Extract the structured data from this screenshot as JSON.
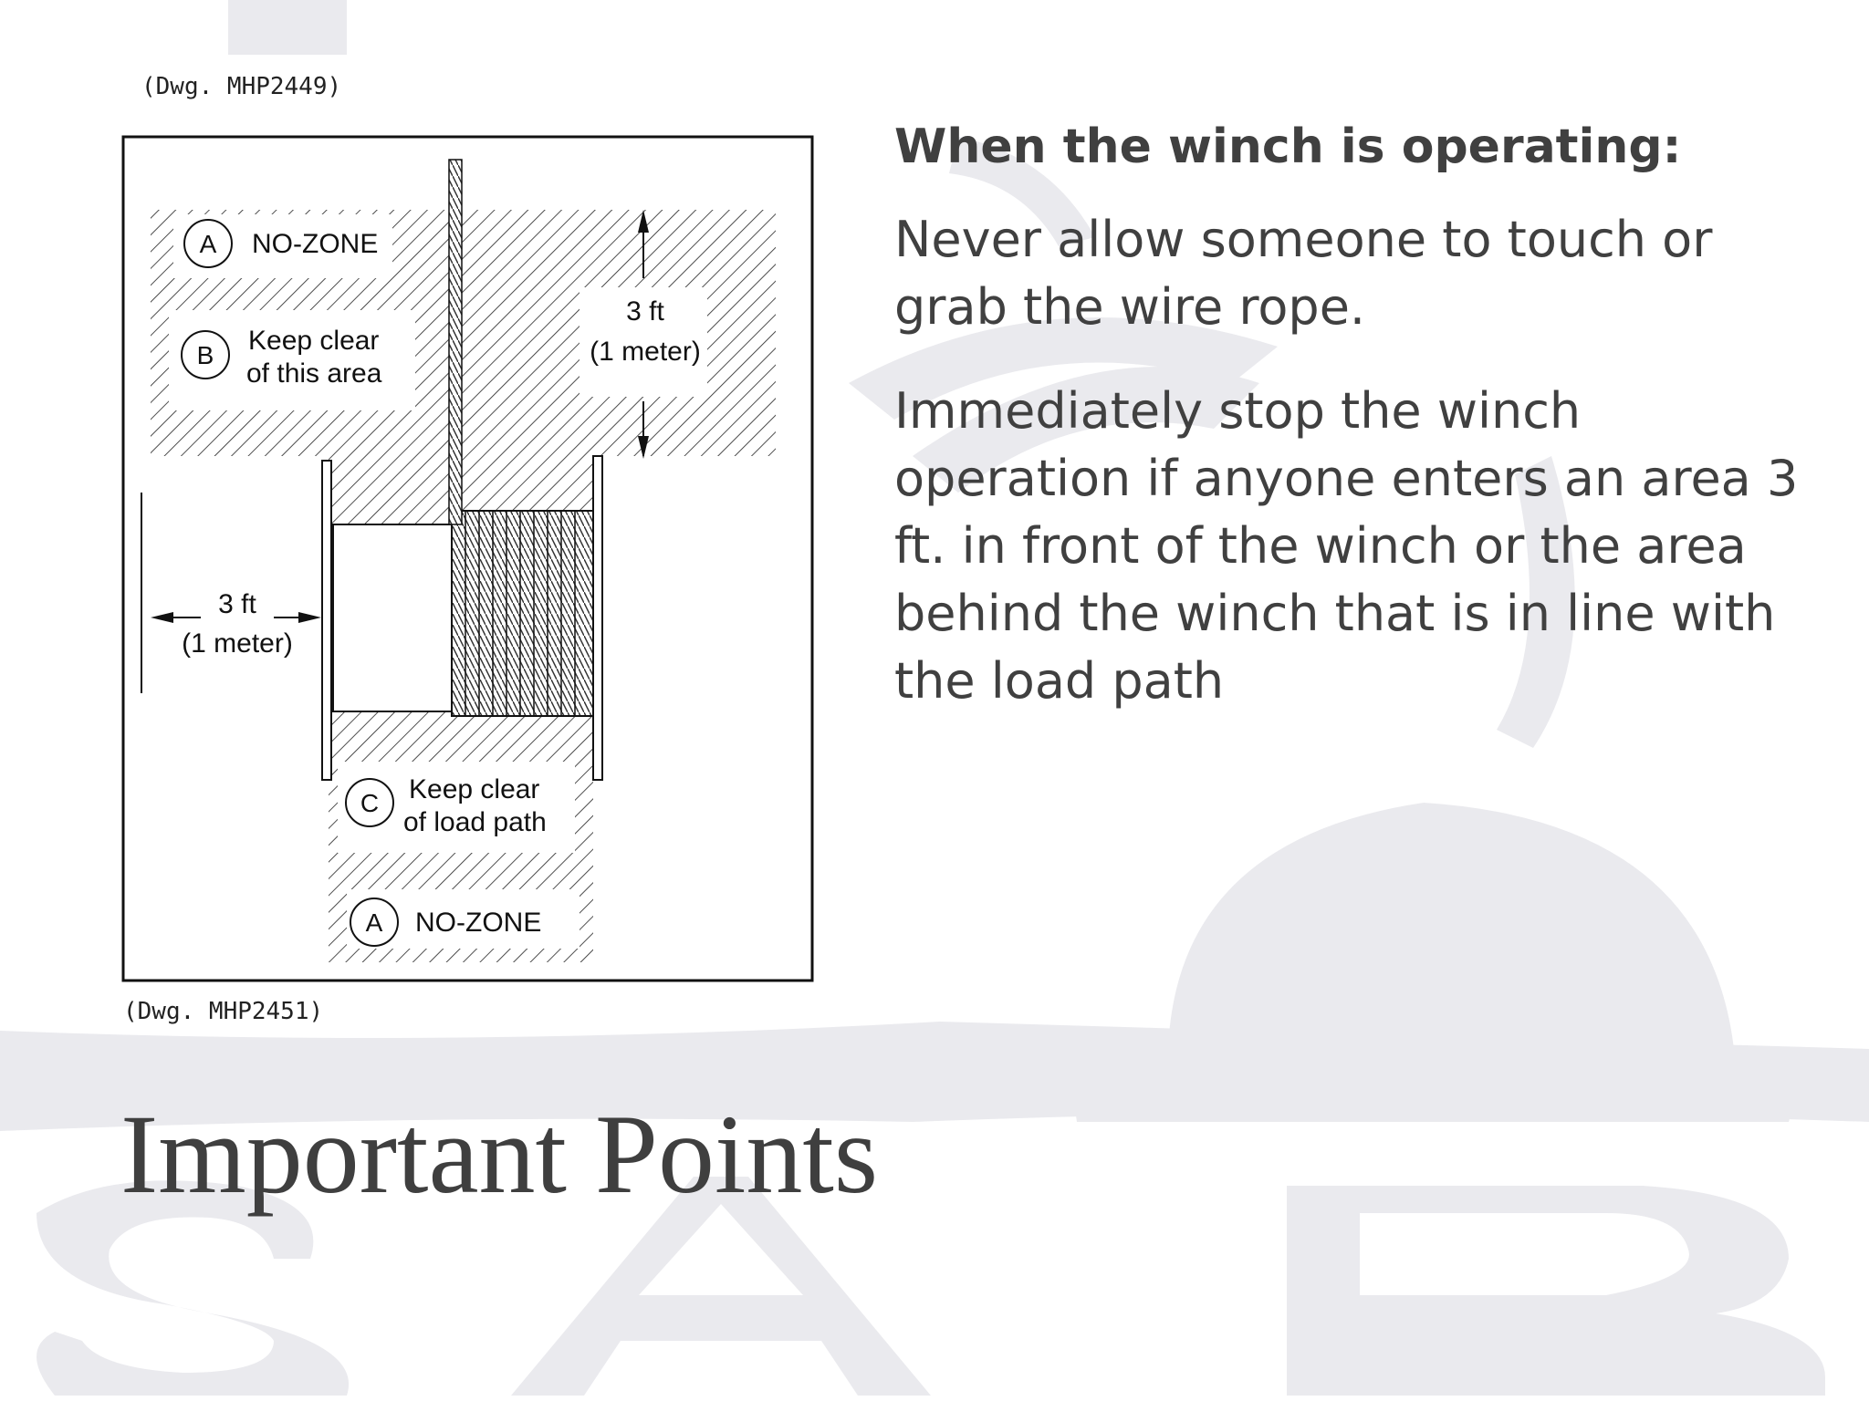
{
  "slide": {
    "title": "Important Points"
  },
  "drawing_refs": {
    "top": "(Dwg. MHP2449)",
    "bottom": "(Dwg. MHP2451)"
  },
  "diagram": {
    "zone_a_top": "NO-ZONE",
    "zone_a_bottom": "NO-ZONE",
    "circle_a": "A",
    "circle_b": "B",
    "circle_c": "C",
    "keep_clear_area_1": "Keep clear",
    "keep_clear_area_2": "of this area",
    "keep_clear_path_1": "Keep clear",
    "keep_clear_path_2": "of load path",
    "dist_top_1": "3 ft",
    "dist_top_2": "(1 meter)",
    "dist_left_1": "3 ft",
    "dist_left_2": "(1 meter)"
  },
  "content": {
    "heading": "When the winch is operating:",
    "para1": "Never allow someone to touch or grab the wire rope.",
    "para2": "Immediately stop the winch operation if anyone enters an area 3 ft. in front of the winch or the area behind the winch that is in line with the load path"
  },
  "colors": {
    "text": "#404040",
    "watermark": "#e9e9ec"
  }
}
